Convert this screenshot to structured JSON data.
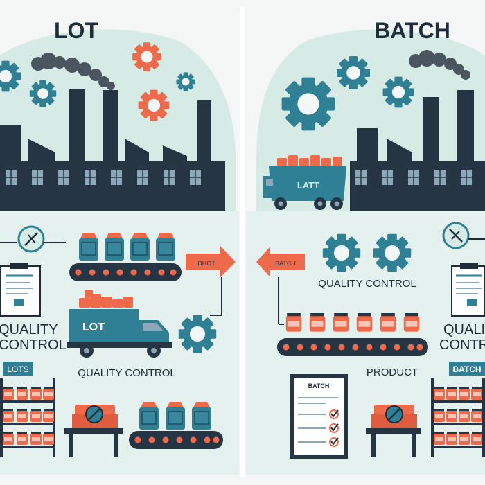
{
  "colors": {
    "background": "#f5f6f6",
    "bubble": "#d6ebe6",
    "panel": "#e4f1ee",
    "factory_dark": "#253544",
    "window": "#8ca7b7",
    "teal": "#2f7f95",
    "orange": "#ef6a4a",
    "smoke": "#4b5560",
    "line": "#1f2d3a"
  },
  "lot": {
    "title": "LOT",
    "arrow_label": "DHOT",
    "quality_label": "QUALITY",
    "control_label": "CONTROL",
    "truck_label": "LOT",
    "quality_control_label": "QUALITY CONTROL",
    "shelf_label": "LOTS"
  },
  "batch": {
    "title": "BATCH",
    "arrow_label": "BATCH",
    "truck_label": "LATT",
    "quality_control_label": "QUALITY CONTROL",
    "quality_label": "QUALITY",
    "control_label": "CONTROL",
    "product_label": "PRODUCT",
    "clipboard_label": "BATCH",
    "shelf_label": "BATCH"
  },
  "icons": [
    "gear-icon",
    "factory-icon",
    "smoke-icon",
    "truck-icon",
    "conveyor-icon",
    "jar-icon",
    "clock-icon",
    "clipboard-icon",
    "checklist-icon",
    "shelf-icon",
    "arrow-icon",
    "box-icon"
  ]
}
